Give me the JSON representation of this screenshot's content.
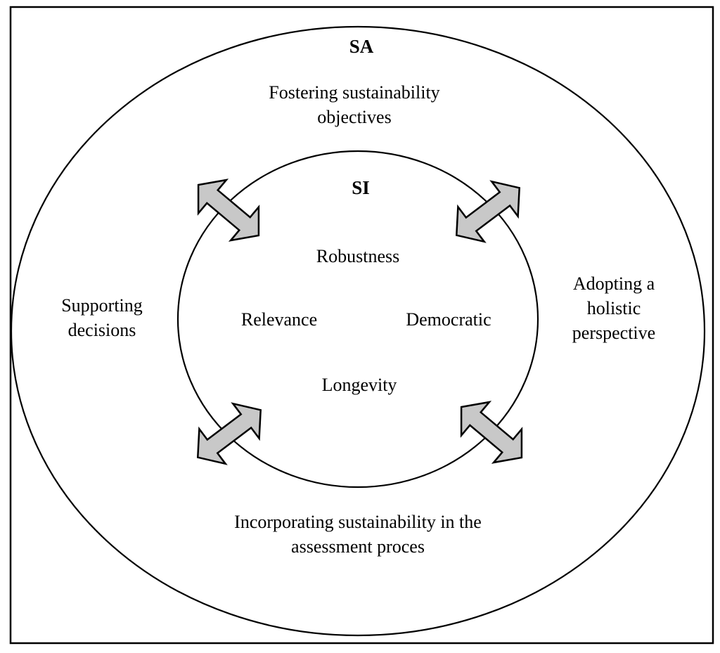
{
  "outer": {
    "title": "SA",
    "top": [
      "Fostering sustainability",
      "objectives"
    ],
    "left": [
      "Supporting",
      "decisions"
    ],
    "right": [
      "Adopting a",
      "holistic",
      "perspective"
    ],
    "bottom": [
      "Incorporating sustainability in the",
      "assessment proces"
    ]
  },
  "inner": {
    "title": "SI",
    "top": "Robustness",
    "left": "Relevance",
    "right": "Democratic",
    "bottom": "Longevity"
  },
  "colors": {
    "arrow_fill": "#c8c8c8",
    "stroke": "#000000",
    "background": "#ffffff"
  },
  "icons": [
    "double-headed-arrow-icon"
  ]
}
